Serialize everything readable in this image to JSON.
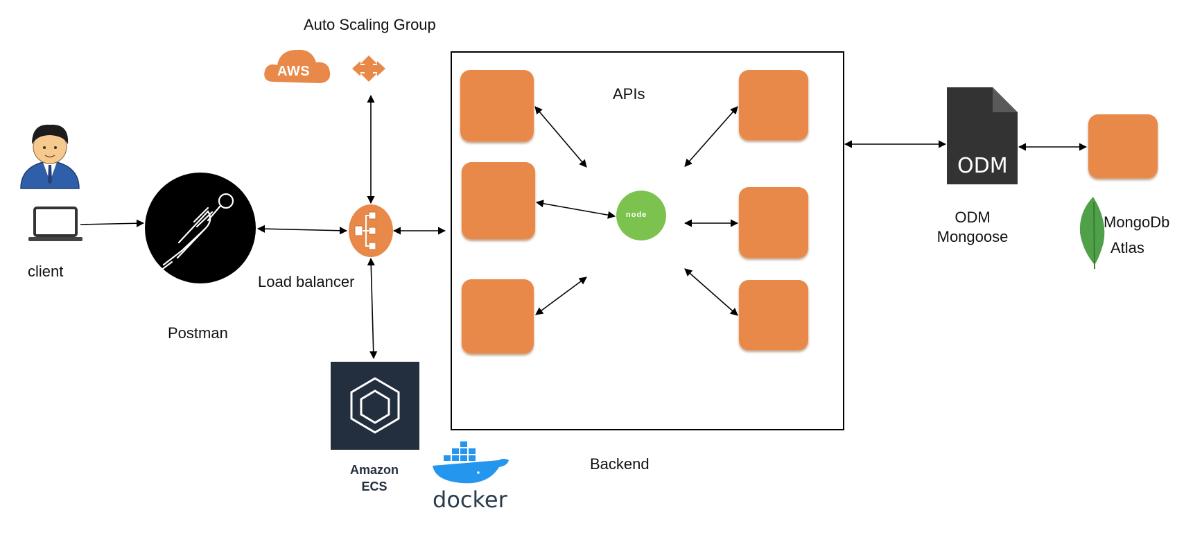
{
  "labels": {
    "client": "client",
    "postman": "Postman",
    "auto_scaling_group": "Auto Scaling Group",
    "load_balancer": "Load balancer",
    "apis": "APIs",
    "backend": "Backend",
    "amazon_ecs_line1": "Amazon",
    "amazon_ecs_line2": "ECS",
    "odm_icon_text": "ODM",
    "odm_line1": "ODM",
    "odm_line2": "Mongoose",
    "mongodb_line1": "MongoDb",
    "mongodb_line2": "Atlas",
    "aws_logo_text": "AWS",
    "nodejs_logo_text": "node",
    "docker_logo_text": "docker"
  },
  "colors": {
    "orange": "#E8894A",
    "orange_dark": "#C86F35",
    "node_green": "#7BC24F",
    "mongo_green": "#4FA048",
    "docker_blue": "#2496ED",
    "ecs_bg": "#232F3E",
    "odm_doc": "#333333",
    "stroke": "#000000"
  },
  "icons": {
    "user": "user-avatar-icon",
    "laptop": "laptop-icon",
    "postman": "postman-logo-icon",
    "aws": "aws-cloud-icon",
    "autoscaling": "autoscaling-arrows-icon",
    "load_balancer": "load-balancer-icon",
    "ecs": "amazon-ecs-icon",
    "docker": "docker-whale-icon",
    "nodejs": "nodejs-icon",
    "odm": "odm-document-icon",
    "mongodb": "mongodb-leaf-icon"
  }
}
